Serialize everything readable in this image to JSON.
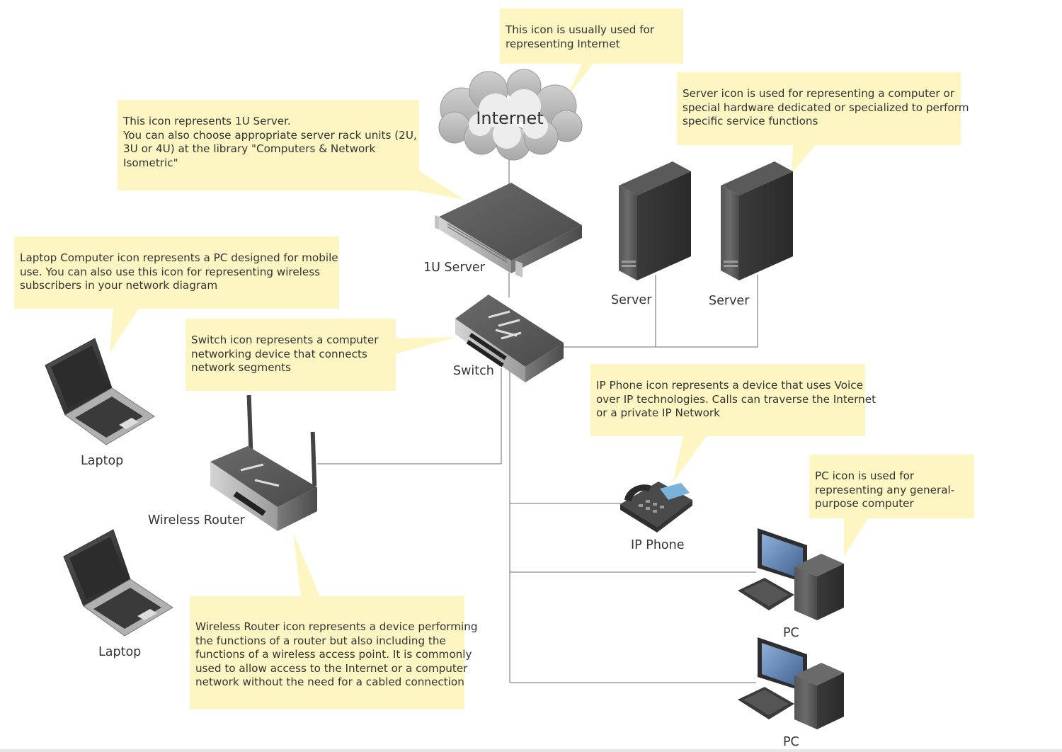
{
  "callouts": {
    "internet": [
      "This icon is usually used for",
      "representing Internet"
    ],
    "server": [
      "Server icon is used for representing a computer or",
      "special hardware dedicated or specialized to perform",
      "specific service functions"
    ],
    "oneu": [
      "This icon represents 1U Server.",
      "You can also choose appropriate server rack units (2U,",
      "3U or 4U) at the library \"Computers & Network",
      "Isometric\""
    ],
    "laptop": [
      "Laptop Computer icon represents a PC designed for mobile",
      "use. You can also use this icon for representing wireless",
      "subscribers in your network diagram"
    ],
    "switch": [
      "Switch icon represents a computer",
      "networking device that connects",
      "network segments"
    ],
    "ipphone": [
      "IP Phone icon represents a device that uses Voice",
      "over IP technologies. Calls can traverse the Internet",
      "or a private IP Network"
    ],
    "pc": [
      "PC icon is used for",
      "representing any general-",
      "purpose computer"
    ],
    "router": [
      "Wireless Router icon represents a device performing",
      "the functions of a router but also including the",
      "functions of a wireless access point. It is commonly",
      "used to allow access to the Internet or a computer",
      "network without the need for a cabled connection"
    ]
  },
  "labels": {
    "internet": "Internet",
    "oneu_server": "1U Server",
    "server_1": "Server",
    "server_2": "Server",
    "switch": "Switch",
    "laptop_1": "Laptop",
    "laptop_2": "Laptop",
    "wireless_router": "Wireless Router",
    "ip_phone": "IP Phone",
    "pc_1": "PC",
    "pc_2": "PC"
  },
  "colors": {
    "callout_fill": "#fdf6c3",
    "connector": "#8a8a8a",
    "device_dark": "#3c3c3c",
    "screen_blue": "#5c7fae"
  }
}
